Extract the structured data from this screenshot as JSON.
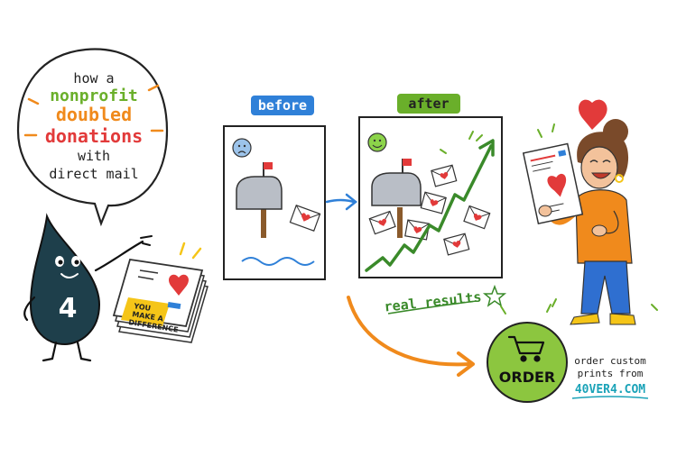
{
  "bubble": {
    "line1": "how a",
    "line2": "nonprofit",
    "line3": "doubled",
    "line4": "donations",
    "line5": "with",
    "line6": "direct mail"
  },
  "mascot": {
    "number": "4"
  },
  "flyer_stack": {
    "line1": "YOU",
    "line2": "MAKE A",
    "line3": "DIFFERENCE"
  },
  "before_label": "before",
  "after_label": "after",
  "real_results": "real results",
  "order": {
    "label": "ORDER",
    "note1": "order custom",
    "note2": "prints from",
    "link": "40VER4.COM"
  },
  "colors": {
    "blue": "#2f80d8",
    "green": "#6aaf2a",
    "orange": "#f08a1c",
    "red": "#e23a3a",
    "navy": "#1e3f4b",
    "yellow": "#f5c518",
    "teal": "#1ba3b8"
  }
}
